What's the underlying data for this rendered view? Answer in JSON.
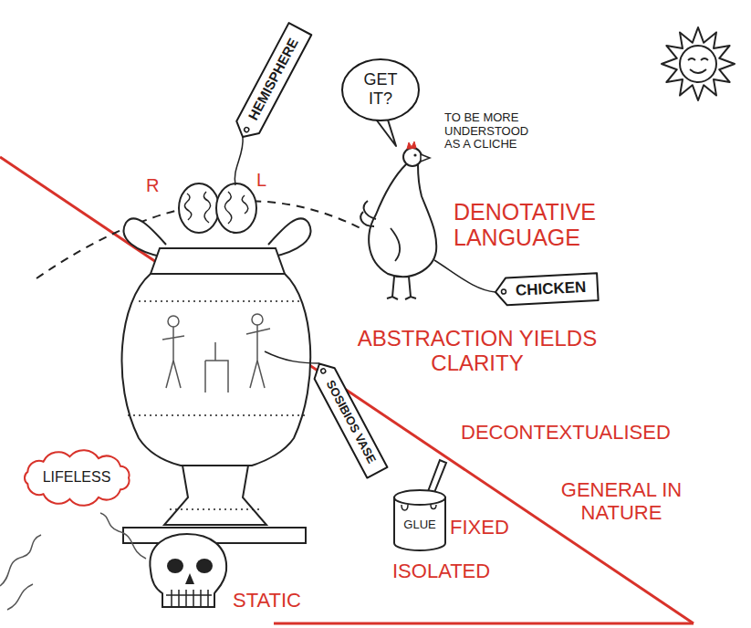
{
  "diagram": {
    "nodes": [
      {
        "text": [
          "HEMISPHERE"
        ]
      },
      {
        "text": [
          "GET IT?"
        ]
      },
      {
        "text": [
          "CHICKEN"
        ]
      },
      {
        "text": [
          "SOSIBIOS VASE"
        ]
      },
      {
        "text": [
          "LIFELESS"
        ]
      }
    ],
    "labels": [
      "R",
      "L",
      "TO BE MORE UNDERSTOOD AS A CLICHE",
      "DENOTATIVE LANGUAGE",
      "ABSTRACTION YIELDS CLARITY",
      "DECONTEXTUALISED",
      "GENERAL IN NATURE",
      "GLUE",
      "FIXED",
      "ISOLATED",
      "STATIC"
    ]
  }
}
